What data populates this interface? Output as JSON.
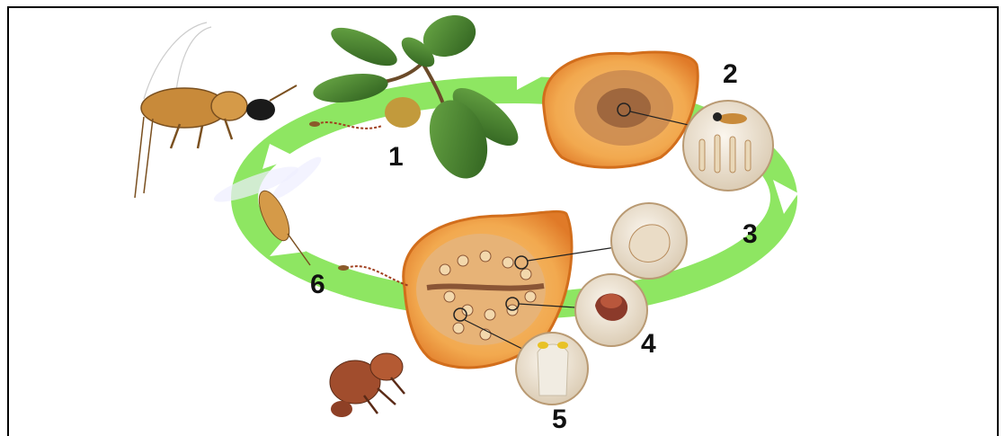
{
  "figure": {
    "labels": [
      {
        "id": "1",
        "text": "1"
      },
      {
        "id": "2",
        "text": "2"
      },
      {
        "id": "3",
        "text": "3"
      },
      {
        "id": "4",
        "text": "4"
      },
      {
        "id": "5",
        "text": "5"
      },
      {
        "id": "6",
        "text": "6"
      }
    ]
  },
  "colors": {
    "cycle_green": "#88e55a",
    "fig_flesh": "#f5b45a",
    "fig_skin": "#e8892b",
    "fig_pulp": "#a86a3c",
    "leaf_green": "#3f7d2a",
    "wasp_amber": "#c88a3a",
    "frame": "#000000"
  }
}
